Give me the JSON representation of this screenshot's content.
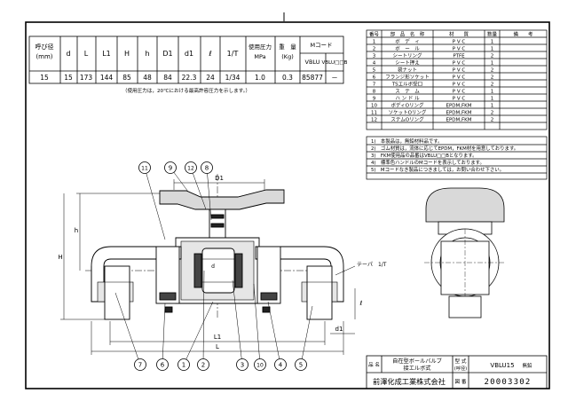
{
  "spec_table": {
    "headers": {
      "size": "呼び径",
      "size_unit": "(mm)",
      "d": "d",
      "L": "L",
      "L1": "L1",
      "H": "H",
      "h": "h",
      "D1": "D1",
      "d1": "d1",
      "l": "ℓ",
      "oneT": "1/T",
      "pressure": "使用圧力",
      "pressure_unit": "MPa",
      "weight": "重　量",
      "weight_unit": "(Kg)",
      "mcode": "Mコード",
      "mcode_a": "VBLU",
      "mcode_b": "VBLU□□B"
    },
    "row": [
      "15",
      "15",
      "173",
      "144",
      "85",
      "48",
      "84",
      "22.3",
      "24",
      "1/34",
      "1.0",
      "0.3",
      "85877",
      "－"
    ],
    "note": "（使用圧力は，20℃における最高許容圧力を示します。）"
  },
  "parts_table": {
    "headers": [
      "番号",
      "部　品　名　称",
      "材　　質",
      "数量",
      "備　　考"
    ],
    "rows": [
      [
        "1",
        "ボ　デ　ィ",
        "P V C",
        "1",
        ""
      ],
      [
        "2",
        "ボ　ー　ル",
        "P V C",
        "1",
        ""
      ],
      [
        "3",
        "シートリング",
        "PTFE",
        "2",
        ""
      ],
      [
        "4",
        "シート押え",
        "P V C",
        "1",
        ""
      ],
      [
        "5",
        "袋ナット",
        "P V C",
        "2",
        ""
      ],
      [
        "6",
        "フランジ形ソケット",
        "P V C",
        "2",
        ""
      ],
      [
        "7",
        "TSエルボ受口",
        "P V C",
        "2",
        ""
      ],
      [
        "8",
        "ス　テ　ム",
        "P V C",
        "1",
        ""
      ],
      [
        "9",
        "ハ ン ド ル",
        "P V C",
        "1",
        ""
      ],
      [
        "10",
        "ボディOリング",
        "EPDM,FKM",
        "1",
        ""
      ],
      [
        "11",
        "ソケットOリング",
        "EPDM,FKM",
        "2",
        ""
      ],
      [
        "12",
        "ステムOリング",
        "EPDM,FKM",
        "2",
        ""
      ]
    ]
  },
  "notes": [
    "1)　本製品は，無鉛材料品です。",
    "2)　ゴム材質は，流体に応じてEPDM，FKM材を用意しております。",
    "3)　FKM使用品の品番はVBLU□□Bとなります。",
    "4)　標準色ハンドルのMコードを表示しております。",
    "5)　Mコードなき製品につきましては，お問い合わせ下さい。"
  ],
  "drawing": {
    "balloons": [
      "11",
      "9",
      "12",
      "8",
      "7",
      "6",
      "1",
      "2",
      "3",
      "10",
      "4",
      "5"
    ],
    "labels": {
      "D1": "D1",
      "h": "h",
      "H": "H",
      "d": "d",
      "l": "ℓ",
      "d1": "d1",
      "L1": "L1",
      "L": "L",
      "taper": "テーパ　1/T"
    }
  },
  "title_block": {
    "name_label": "品 名",
    "name": "自在型ボールバルブ",
    "name2": "接エルボ式",
    "type_label": "型 式",
    "type_label2": "(呼径)",
    "type_value": "VBLU15",
    "type_suffix": "無鉛",
    "company": "前澤化成工業株式会社",
    "drawing_no_label": "図 番",
    "drawing_no": "20003302"
  }
}
